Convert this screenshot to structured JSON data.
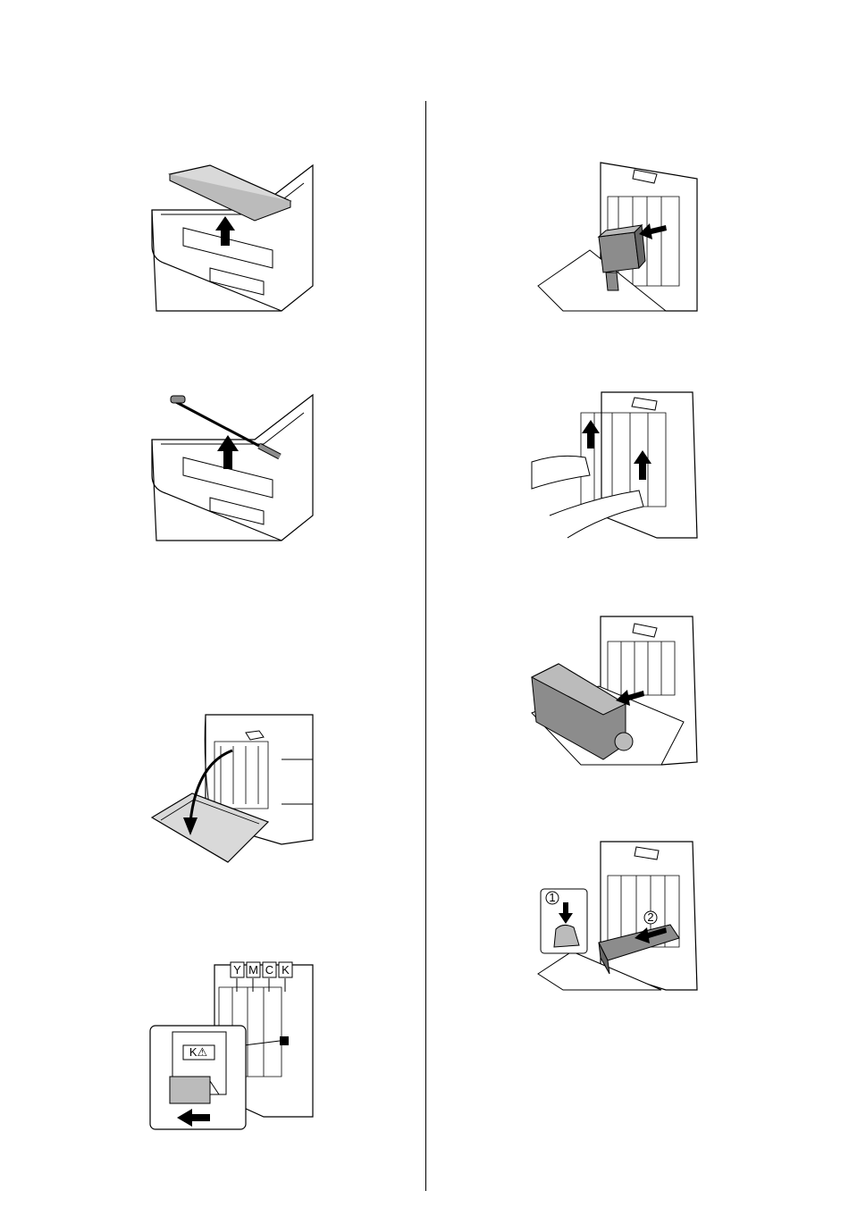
{
  "page": {
    "figures": [
      {
        "id": "fig-remove-cover",
        "arrow": "up-arrow-icon"
      },
      {
        "id": "fig-cleaning-rod",
        "arrow": "up-arrow-icon"
      },
      {
        "id": "fig-open-front-door",
        "arrow": "curved-arrow-icon"
      },
      {
        "id": "fig-toner-release",
        "arrow": "left-arrow-icon"
      },
      {
        "id": "fig-toner-cartridge",
        "arrow": "left-arrow-icon"
      },
      {
        "id": "fig-lift-levers",
        "arrow": "up-arrow-icon"
      },
      {
        "id": "fig-waste-toner-bottle",
        "arrow": "left-arrow-icon"
      },
      {
        "id": "fig-imaging-unit",
        "arrow": "left-arrow-icon"
      }
    ],
    "toner_labels": [
      "Y",
      "M",
      "C",
      "K"
    ],
    "inset_label": "K⚠",
    "step_labels": [
      "1",
      "2"
    ],
    "colors": {
      "line": "#000000",
      "part_fill": "#d9d9d9",
      "dark_fill": "#8c8c8c",
      "arrow": "#000000"
    }
  }
}
